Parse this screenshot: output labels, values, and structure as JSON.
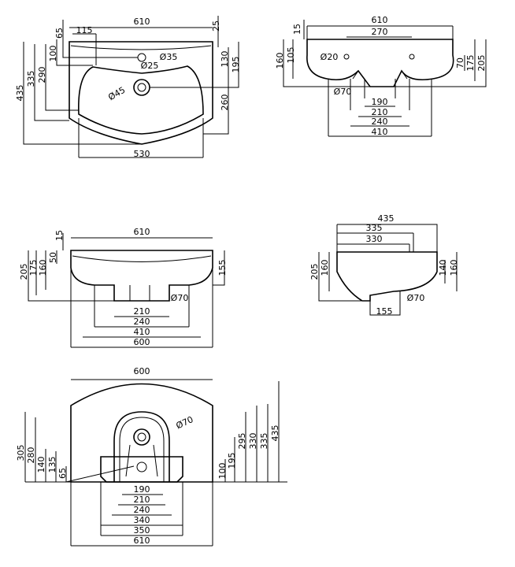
{
  "views": {
    "top_view": {
      "dims": [
        "610",
        "65",
        "115",
        "25",
        "100",
        "335",
        "290",
        "435",
        "Ø35",
        "Ø25",
        "Ø45",
        "130",
        "195",
        "260",
        "530"
      ]
    },
    "front_view": {
      "dims": [
        "610",
        "270",
        "15",
        "160",
        "105",
        "Ø20",
        "70",
        "175",
        "205",
        "Ø70",
        "190",
        "210",
        "240",
        "410"
      ]
    },
    "rear_view": {
      "dims": [
        "610",
        "15",
        "50",
        "175",
        "160",
        "205",
        "155",
        "Ø70",
        "210",
        "240",
        "410",
        "600"
      ]
    },
    "side_view": {
      "dims": [
        "435",
        "335",
        "330",
        "160",
        "205",
        "140",
        "160",
        "Ø70",
        "155"
      ]
    },
    "wall_view": {
      "dims": [
        "600",
        "Ø70",
        "305",
        "280",
        "140",
        "135",
        "65",
        "100",
        "195",
        "295",
        "330",
        "335",
        "435",
        "190",
        "210",
        "240",
        "340",
        "350",
        "610"
      ]
    }
  }
}
